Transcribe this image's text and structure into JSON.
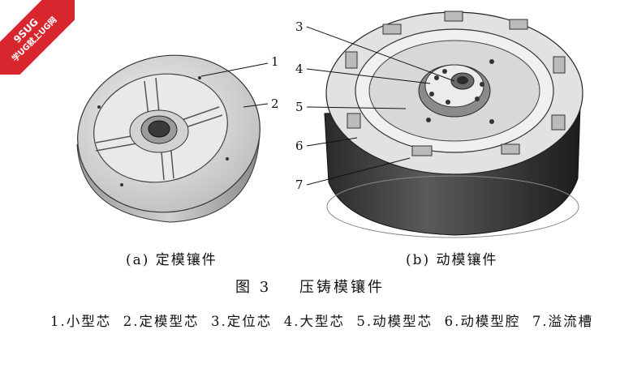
{
  "badge": {
    "line1": "9SUG",
    "line2": "学UG就上UG网"
  },
  "callouts": [
    "1",
    "2",
    "3",
    "4",
    "5",
    "6",
    "7"
  ],
  "subcaptions": {
    "a": "(a) 定模镶件",
    "b": "(b) 动模镶件"
  },
  "figure_title": "图 3    压铸模镶件",
  "legend_text": "1.小型芯  2.定模型芯  3.定位芯  4.大型芯  5.动模型芯  6.动模型腔  7.溢流槽"
}
